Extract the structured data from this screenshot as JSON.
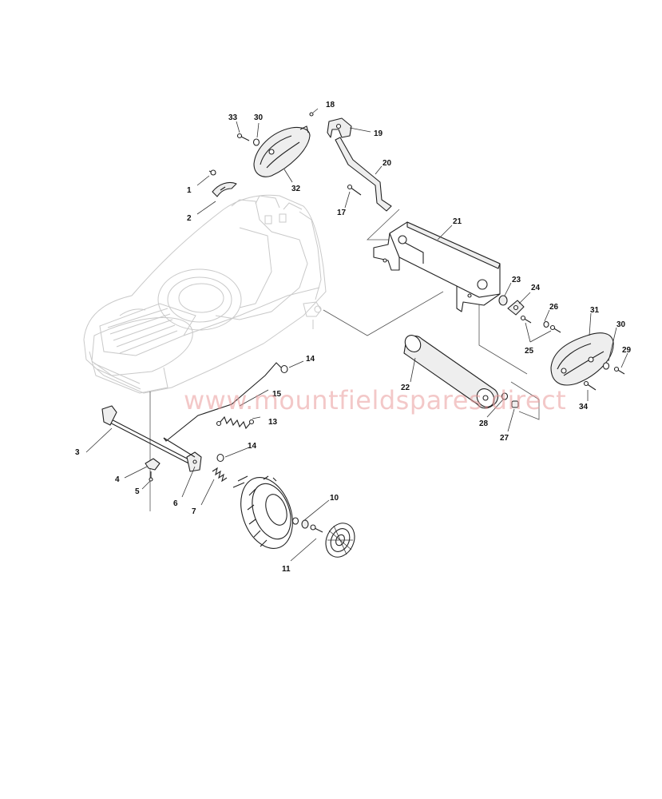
{
  "watermark": "www.mountfieldspares.direct",
  "callouts": {
    "c1": "1",
    "c2": "2",
    "c3": "3",
    "c4": "4",
    "c5": "5",
    "c6": "6",
    "c7": "7",
    "c10": "10",
    "c11": "11",
    "c13": "13",
    "c14a": "14",
    "c14b": "14",
    "c15": "15",
    "c17": "17",
    "c18": "18",
    "c19": "19",
    "c20": "20",
    "c21": "21",
    "c22": "22",
    "c23": "23",
    "c24": "24",
    "c25": "25",
    "c26": "26",
    "c27": "27",
    "c28": "28",
    "c29": "29",
    "c30a": "30",
    "c30b": "30",
    "c31": "31",
    "c32": "32",
    "c33": "33",
    "c34": "34"
  }
}
